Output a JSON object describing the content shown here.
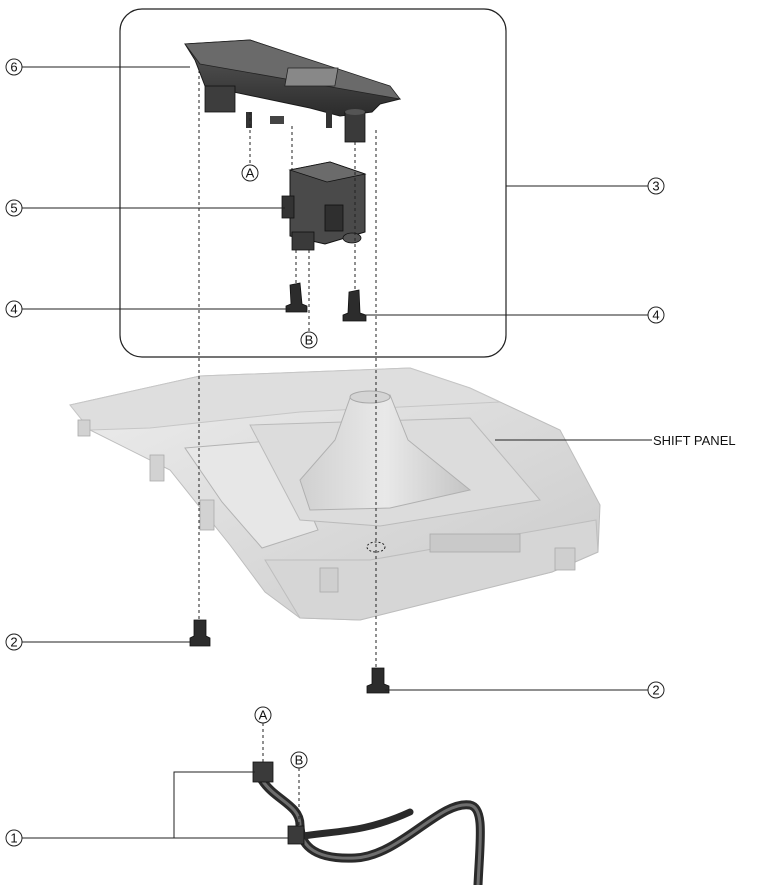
{
  "callouts": {
    "c1": "1",
    "c2a": "2",
    "c2b": "2",
    "c3": "3",
    "c4a": "4",
    "c4b": "4",
    "c5": "5",
    "c6": "6",
    "ca1": "A",
    "ca2": "A",
    "cb1": "B",
    "cb2": "B"
  },
  "labels": {
    "shift_panel": "SHIFT PANEL"
  }
}
